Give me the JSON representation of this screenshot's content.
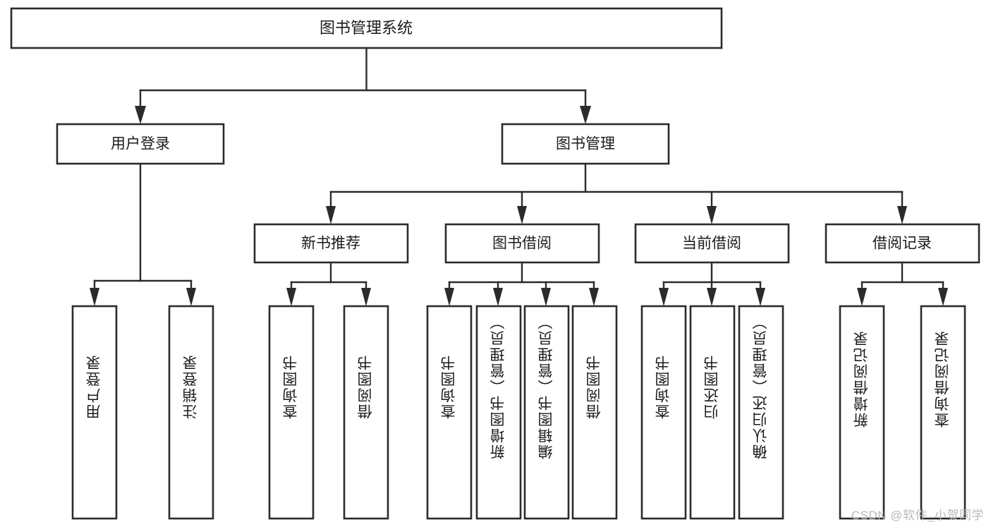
{
  "diagram": {
    "kind": "hierarchy-tree",
    "title": "图书管理系统",
    "orientation": "top-down",
    "colors": {
      "background": "#ffffff",
      "box_fill": "#ffffff",
      "box_stroke": "#2b2b2b",
      "connector": "#2b2b2b",
      "text": "#1b1b1b",
      "watermark": "#b9b9b9"
    },
    "root": {
      "label": "图书管理系统"
    },
    "level1": [
      {
        "id": "user-login",
        "label": "用户登录"
      },
      {
        "id": "book-management",
        "label": "图书管理"
      }
    ],
    "level2": [
      {
        "id": "new-book-recommend",
        "label": "新书推荐",
        "parent": "book-management"
      },
      {
        "id": "book-borrow",
        "label": "图书借阅",
        "parent": "book-management"
      },
      {
        "id": "current-borrow",
        "label": "当前借阅",
        "parent": "book-management"
      },
      {
        "id": "borrow-record",
        "label": "借阅记录",
        "parent": "book-management"
      }
    ],
    "leaves": [
      {
        "id": "leaf-user-login",
        "label": "用户登录",
        "parent": "user-login"
      },
      {
        "id": "leaf-user-logout",
        "label": "注销登录",
        "parent": "user-login"
      },
      {
        "id": "leaf-query-book-1",
        "label": "查询图书",
        "parent": "new-book-recommend"
      },
      {
        "id": "leaf-borrow-book-1",
        "label": "借阅图书",
        "parent": "new-book-recommend"
      },
      {
        "id": "leaf-query-book-2",
        "label": "查询图书",
        "parent": "book-borrow"
      },
      {
        "id": "leaf-add-book",
        "label": "新增图书（管理员）",
        "parent": "book-borrow"
      },
      {
        "id": "leaf-edit-book",
        "label": "编辑图书（管理员）",
        "parent": "book-borrow"
      },
      {
        "id": "leaf-borrow-book-2",
        "label": "借阅图书",
        "parent": "book-borrow"
      },
      {
        "id": "leaf-query-book-3",
        "label": "查询图书",
        "parent": "current-borrow"
      },
      {
        "id": "leaf-return-book",
        "label": "归还图书",
        "parent": "current-borrow"
      },
      {
        "id": "leaf-confirm-return",
        "label": "确认归还（管理员）",
        "parent": "current-borrow"
      },
      {
        "id": "leaf-add-record",
        "label": "新增借阅记录",
        "parent": "borrow-record"
      },
      {
        "id": "leaf-query-record",
        "label": "查询借阅记录",
        "parent": "borrow-record"
      }
    ],
    "watermark": "CSDN @软件_小贺同学"
  }
}
